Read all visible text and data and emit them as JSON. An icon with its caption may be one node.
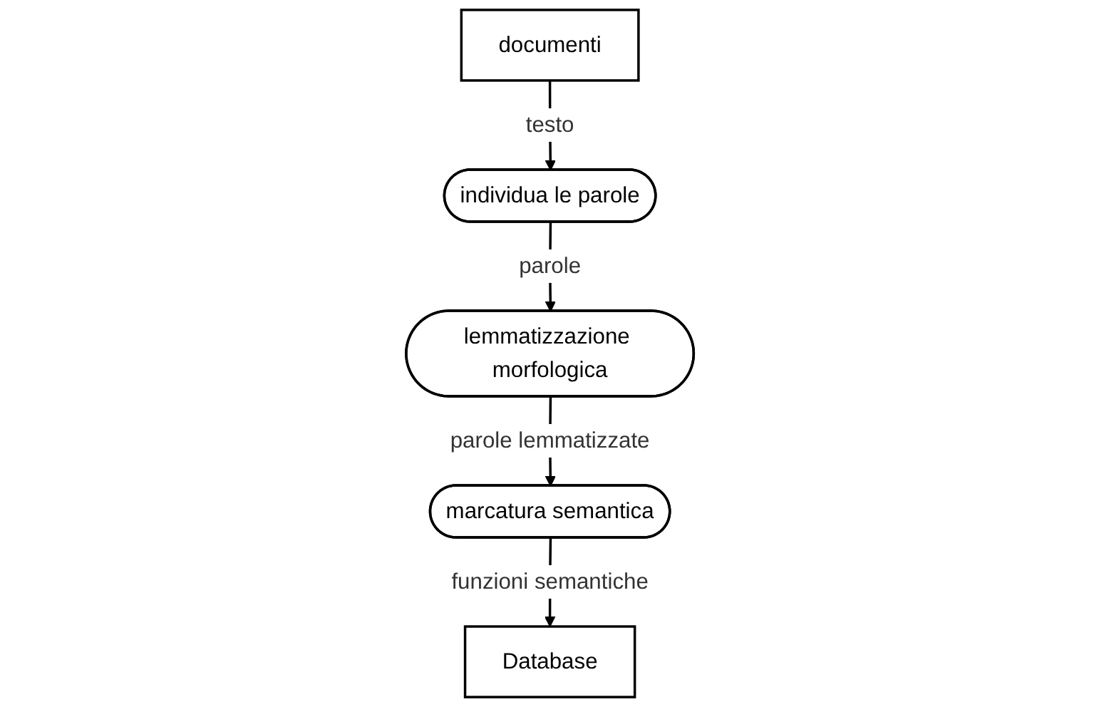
{
  "diagram": {
    "nodes": [
      {
        "text": [
          "documenti"
        ]
      },
      {
        "text": [
          "individua le parole"
        ]
      },
      {
        "text": [
          "lemmatizzazione morfologica"
        ]
      },
      {
        "text": [
          "marcatura semantica"
        ]
      },
      {
        "text": [
          "Database"
        ]
      }
    ],
    "edges": [
      {
        "from": 0,
        "to": 1,
        "arrow": "to",
        "label": "testo"
      },
      {
        "from": 1,
        "to": 2,
        "arrow": "to",
        "label": "parole"
      },
      {
        "from": 2,
        "to": 3,
        "arrow": "to",
        "label": "parole lemmatizzate"
      },
      {
        "from": 3,
        "to": 4,
        "arrow": "to",
        "label": "funzioni semantiche"
      }
    ]
  }
}
